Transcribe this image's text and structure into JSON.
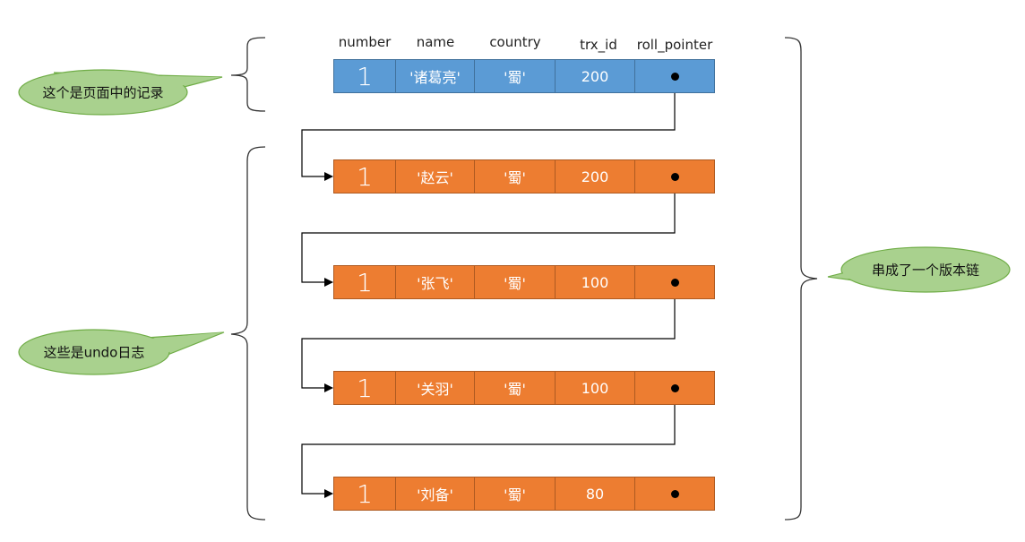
{
  "colors": {
    "page_record_fill": "#5b9bd5",
    "page_record_border": "#41719c",
    "undo_fill": "#ed7d31",
    "undo_border": "#ae5a21",
    "callout_fill": "#a9d18e",
    "callout_border": "#70ad47",
    "arrow": "#000000"
  },
  "headers": {
    "number": "number",
    "name": "name",
    "country": "country",
    "trx_id": "trx_id",
    "roll_pointer": "roll_pointer"
  },
  "rows": [
    {
      "number": "1",
      "name": "'诸葛亮'",
      "country": "'蜀'",
      "trx_id": "200",
      "kind": "page"
    },
    {
      "number": "1",
      "name": "'赵云'",
      "country": "'蜀'",
      "trx_id": "200",
      "kind": "undo"
    },
    {
      "number": "1",
      "name": "'张飞'",
      "country": "'蜀'",
      "trx_id": "100",
      "kind": "undo"
    },
    {
      "number": "1",
      "name": "'关羽'",
      "country": "'蜀'",
      "trx_id": "100",
      "kind": "undo"
    },
    {
      "number": "1",
      "name": "'刘备'",
      "country": "'蜀'",
      "trx_id": "80",
      "kind": "undo"
    }
  ],
  "callouts": {
    "page_record": "这个是页面中的记录",
    "undo_logs": "这些是undo日志",
    "version_chain": "串成了一个版本链"
  }
}
